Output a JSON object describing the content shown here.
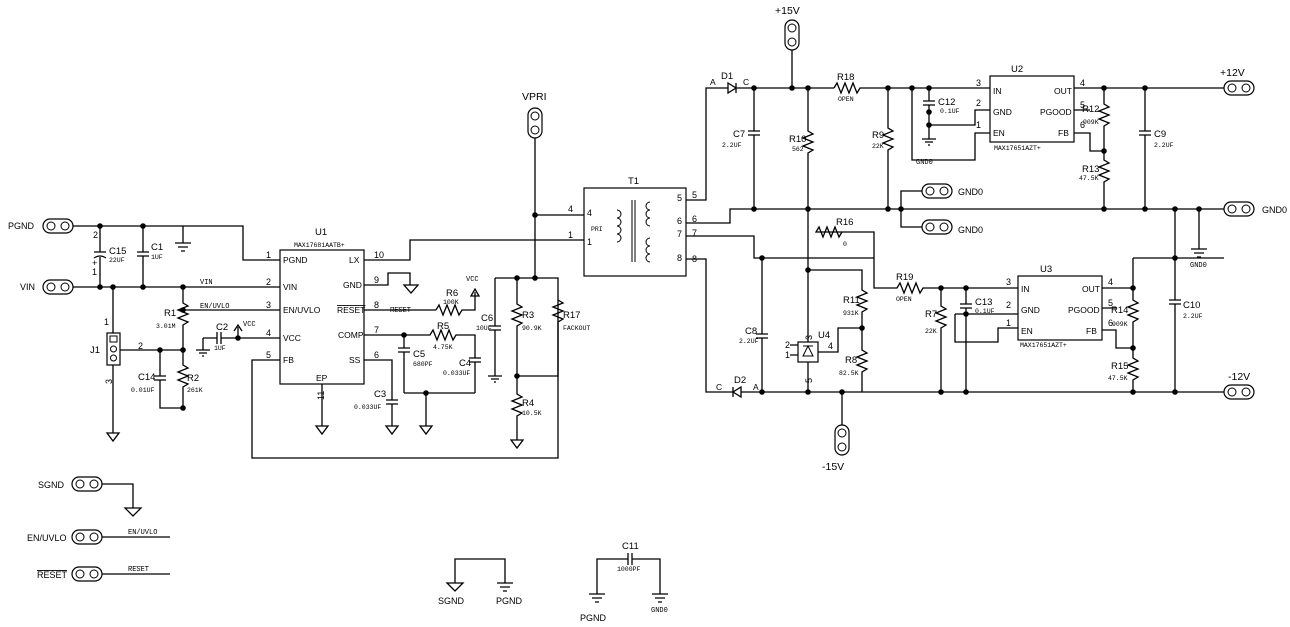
{
  "connectors": {
    "pgnd": "PGND",
    "vin": "VIN",
    "sgnd": "SGND",
    "en_uvlo": "EN/UVLO",
    "reset": "RESET",
    "vpri": "VPRI",
    "p15": "+15V",
    "m15": "-15V",
    "p12": "+12V",
    "m12": "-12V",
    "gnd0_r": "GND0",
    "gnd0_a": "GND0",
    "gnd0_b": "GND0"
  },
  "nets": {
    "vin": "VIN",
    "en_uvlo": "EN/UVLO",
    "reset": "RESET",
    "vcc": "VCC",
    "vcc2": "VCC",
    "en_uvlo_out": "EN/UVLO",
    "reset_out": "RESET",
    "gnd0_u2": "GND0",
    "gnd0_right": "GND0",
    "gnd0_c11": "GND0",
    "sgnd_sym": "SGND",
    "pgnd_sym": "PGND",
    "pgnd_c11": "PGND"
  },
  "u1": {
    "ref": "U1",
    "part": "MAX17681AATB+",
    "pins": {
      "pgnd": "PGND",
      "vin": "VIN",
      "en": "EN/UVLO",
      "vcc": "VCC",
      "fb": "FB",
      "lx": "LX",
      "gnd": "GND",
      "reset": "RESET",
      "comp": "COMP",
      "ss": "SS",
      "ep": "EP"
    },
    "nums": {
      "pgnd": "1",
      "vin": "2",
      "en": "3",
      "vcc": "4",
      "fb": "5",
      "lx": "10",
      "gnd": "9",
      "reset": "8",
      "comp": "7",
      "ss": "6",
      "ep": "11"
    }
  },
  "u2": {
    "ref": "U2",
    "part": "MAX17651AZT+",
    "pins": {
      "in": "IN",
      "gnd": "GND",
      "en": "EN",
      "out": "OUT",
      "pgood": "PGOOD",
      "fb": "FB"
    },
    "nums": {
      "in": "3",
      "gnd": "2",
      "en": "1",
      "out": "4",
      "pgood": "5",
      "fb": "6"
    }
  },
  "u3": {
    "ref": "U3",
    "part": "MAX17651AZT+",
    "pins": {
      "in": "IN",
      "gnd": "GND",
      "en": "EN",
      "out": "OUT",
      "pgood": "PGOOD",
      "fb": "FB"
    },
    "nums": {
      "in": "3",
      "gnd": "2",
      "en": "1",
      "out": "4",
      "pgood": "5",
      "fb": "6"
    }
  },
  "u4": {
    "ref": "U4",
    "n1": "1",
    "n2": "2",
    "n3": "3",
    "n4": "4",
    "n5": "5"
  },
  "t1": {
    "ref": "T1",
    "pri": "PRI",
    "n1": "1",
    "n4": "4",
    "n5": "5",
    "n6": "6",
    "n7": "7",
    "n8": "8",
    "o5": "5",
    "o6": "6",
    "o7": "7",
    "o8": "8",
    "i4": "4",
    "i1": "1"
  },
  "j1": {
    "ref": "J1",
    "n1": "1",
    "n2": "2",
    "n3": "3"
  },
  "c15_pins": {
    "n1": "1",
    "n2": "2",
    "plus": "+"
  },
  "d1": {
    "ref": "D1",
    "a": "A",
    "c": "C"
  },
  "d2": {
    "ref": "D2",
    "a": "A",
    "c": "C"
  },
  "components": {
    "c15": {
      "ref": "C15",
      "val": "22UF"
    },
    "c1": {
      "ref": "C1",
      "val": "1UF"
    },
    "r1": {
      "ref": "R1",
      "val": "3.01M"
    },
    "c2": {
      "ref": "C2",
      "val": "1UF"
    },
    "c14": {
      "ref": "C14",
      "val": "0.01UF"
    },
    "r2": {
      "ref": "R2",
      "val": "261K"
    },
    "r6": {
      "ref": "R6",
      "val": "100K"
    },
    "r5": {
      "ref": "R5",
      "val": "4.75K"
    },
    "c5": {
      "ref": "C5",
      "val": "680PF"
    },
    "c4": {
      "ref": "C4",
      "val": "0.033UF"
    },
    "c3": {
      "ref": "C3",
      "val": "0.033UF"
    },
    "c6": {
      "ref": "C6",
      "val": "10UF"
    },
    "r3": {
      "ref": "R3",
      "val": "90.9K"
    },
    "r17": {
      "ref": "R17",
      "val": "FACKOUT"
    },
    "r4": {
      "ref": "R4",
      "val": "10.5K"
    },
    "c7": {
      "ref": "C7",
      "val": "2.2UF"
    },
    "r18": {
      "ref": "R18",
      "val": "OPEN"
    },
    "r10": {
      "ref": "R10",
      "val": "562"
    },
    "r9": {
      "ref": "R9",
      "val": "22K"
    },
    "c12": {
      "ref": "C12",
      "val": "0.1UF"
    },
    "r12": {
      "ref": "R12",
      "val": "909K"
    },
    "r13": {
      "ref": "R13",
      "val": "47.5K"
    },
    "c9": {
      "ref": "C9",
      "val": "2.2UF"
    },
    "r16": {
      "ref": "R16",
      "val": "0"
    },
    "r19": {
      "ref": "R19",
      "val": "OPEN"
    },
    "r11": {
      "ref": "R11",
      "val": "931K"
    },
    "r8": {
      "ref": "R8",
      "val": "82.5K"
    },
    "c8": {
      "ref": "C8",
      "val": "2.2UF"
    },
    "r7": {
      "ref": "R7",
      "val": "22K"
    },
    "c13": {
      "ref": "C13",
      "val": "0.1UF"
    },
    "r14": {
      "ref": "R14",
      "val": "909K"
    },
    "r15": {
      "ref": "R15",
      "val": "47.5K"
    },
    "c10": {
      "ref": "C10",
      "val": "2.2UF"
    },
    "c11": {
      "ref": "C11",
      "val": "1000PF"
    }
  }
}
